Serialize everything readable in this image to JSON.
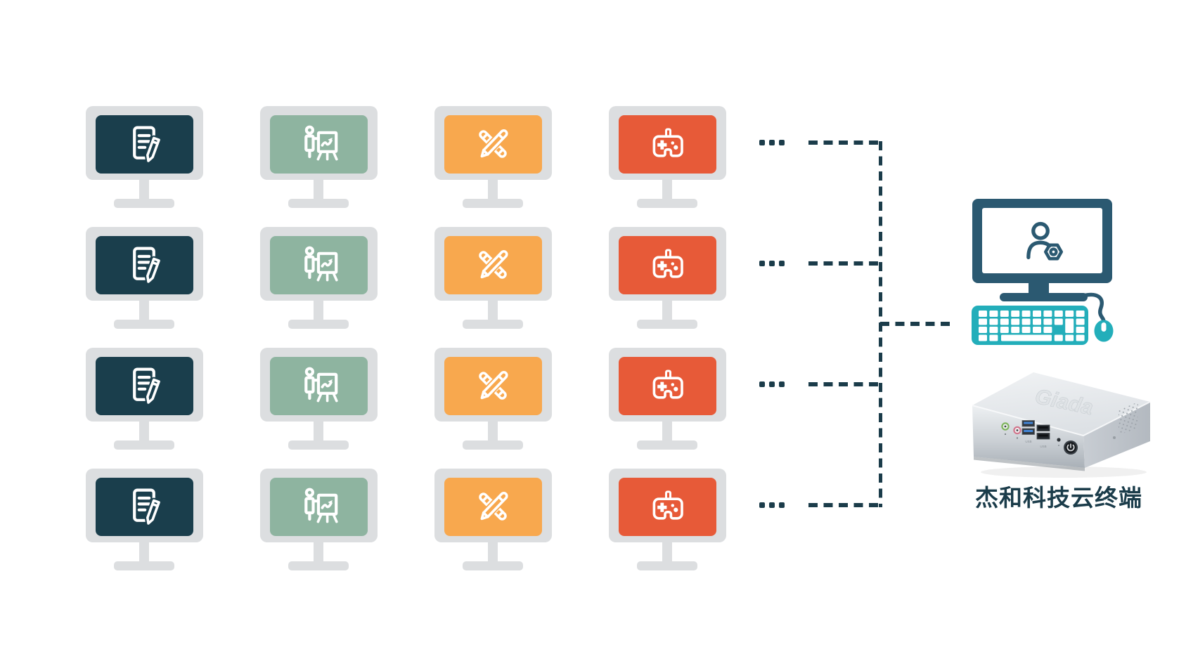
{
  "colors": {
    "background": "#ffffff",
    "line": "#1b3c4a",
    "bezel": "#dcdee0",
    "screen_document": "#1a3e4c",
    "screen_presentation": "#8eb4a0",
    "screen_design": "#f8a84e",
    "screen_gaming": "#e75a38",
    "admin_navy": "#2b5971",
    "teal": "#23aeba",
    "label_text": "#1b3c4a"
  },
  "client_grid": {
    "rows": 4,
    "columns": [
      {
        "id": "document",
        "icon": "document-edit-icon",
        "screen_color": "#1a3e4c"
      },
      {
        "id": "presentation",
        "icon": "presenter-chart-icon",
        "screen_color": "#8eb4a0"
      },
      {
        "id": "design",
        "icon": "design-tools-icon",
        "screen_color": "#f8a84e"
      },
      {
        "id": "gaming",
        "icon": "gamepad-icon",
        "screen_color": "#e75a38"
      }
    ]
  },
  "admin_station": {
    "icon": "user-gear-icon"
  },
  "device": {
    "logo_text": "Giada",
    "usb_label_1": "USB",
    "usb_label_2": "USB"
  },
  "terminal": {
    "label": "杰和科技云终端"
  }
}
